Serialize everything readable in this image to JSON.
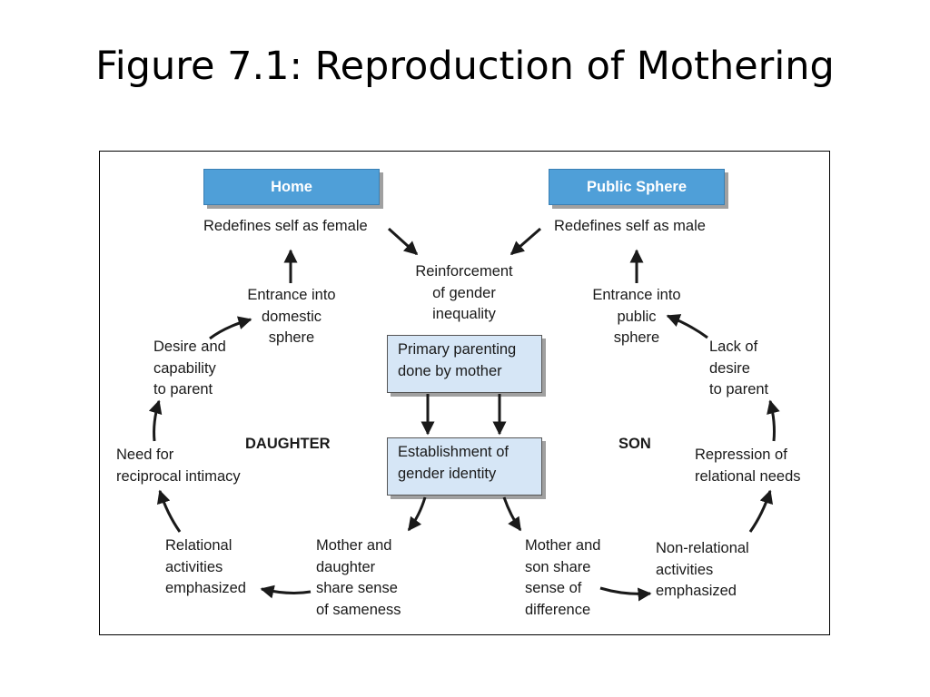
{
  "title": "Figure 7.1: Reproduction of Mothering",
  "diagram": {
    "home": "Home",
    "public_sphere": "Public Sphere",
    "redefines_female": "Redefines self as female",
    "redefines_male": "Redefines self as male",
    "reinforcement": "Reinforcement\nof gender\ninequality",
    "primary_parenting": "Primary parenting\ndone by mother",
    "establishment": "Establishment of\ngender identity",
    "daughter": "DAUGHTER",
    "son": "SON",
    "entrance_domestic": "Entrance into\ndomestic\nsphere",
    "entrance_public": "Entrance into\npublic\nsphere",
    "desire_capability": "Desire and\ncapability\nto parent",
    "lack_desire": "Lack of\ndesire\nto parent",
    "need_intimacy": "Need for\nreciprocal intimacy",
    "repression": "Repression of\nrelational needs",
    "relational_activities": "Relational\nactivities\nemphasized",
    "nonrelational_activities": "Non-relational\nactivities\nemphasized",
    "mother_daughter": "Mother and\ndaughter\nshare sense\nof sameness",
    "mother_son": "Mother and\nson share\nsense of\ndifference"
  }
}
